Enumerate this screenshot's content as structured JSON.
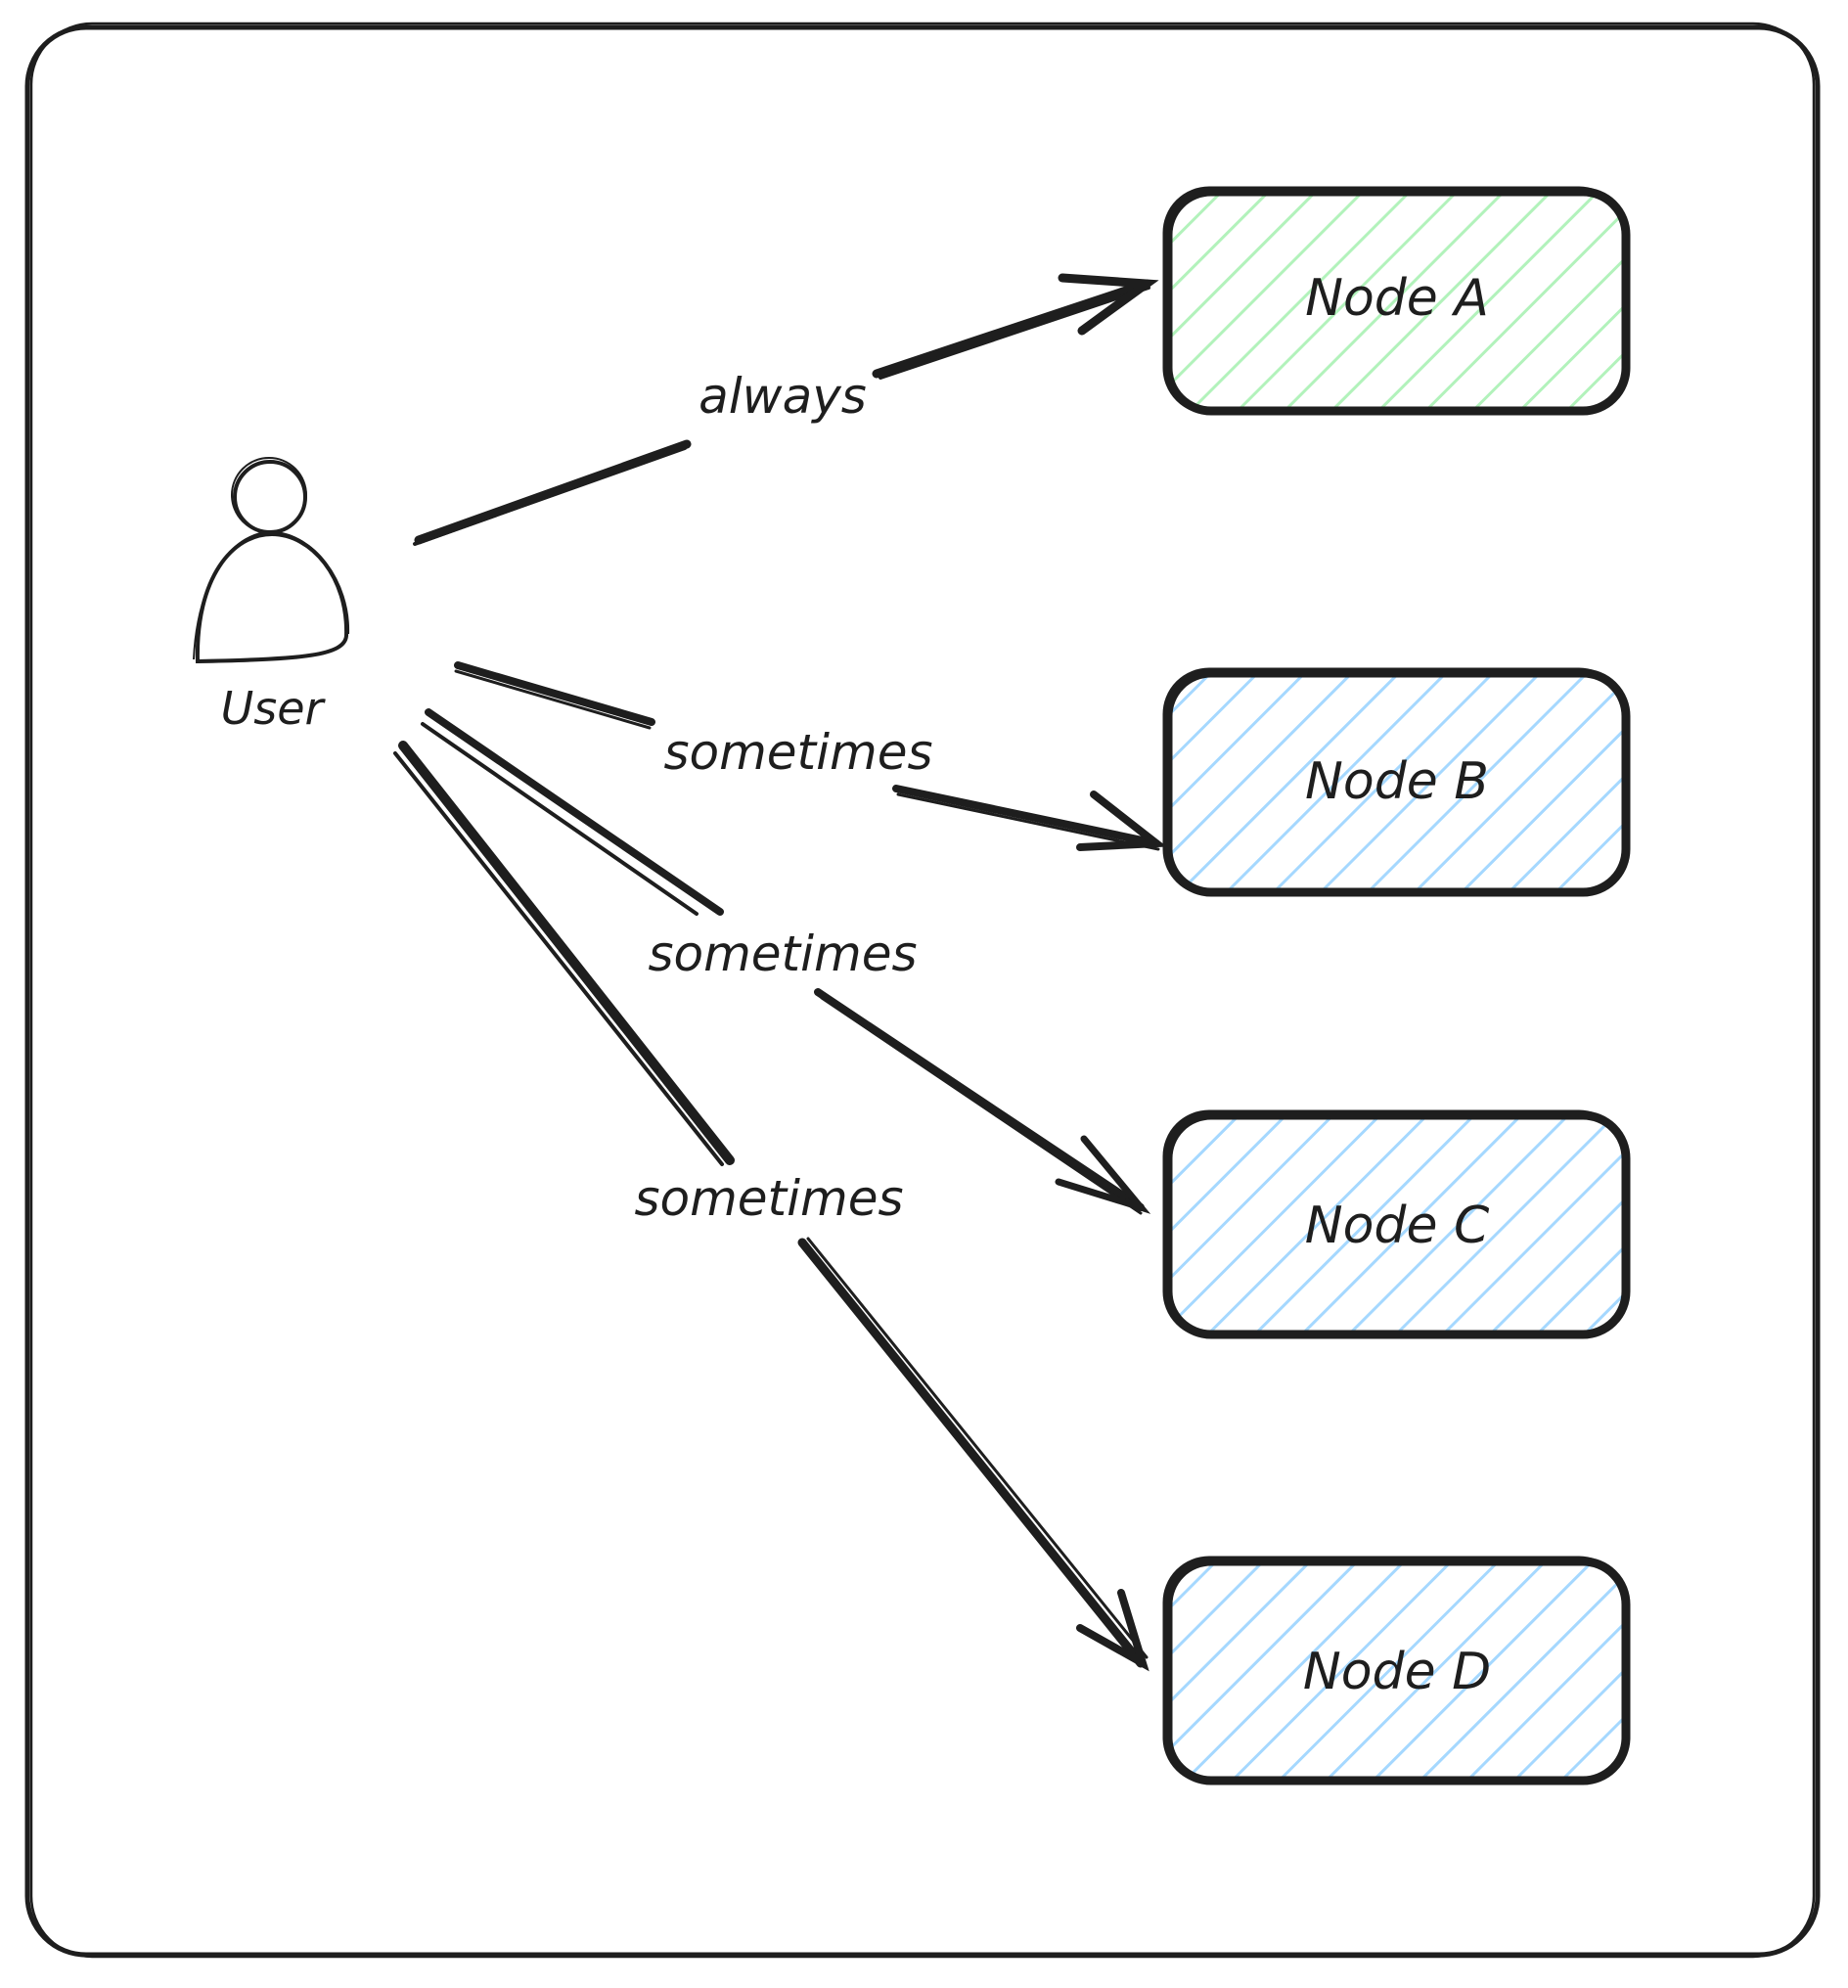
{
  "actor": {
    "label": "User",
    "icon": "person-icon"
  },
  "nodes": [
    {
      "id": "A",
      "label": "Node A",
      "fill_color": "#b2f2bb"
    },
    {
      "id": "B",
      "label": "Node B",
      "fill_color": "#a5d8ff"
    },
    {
      "id": "C",
      "label": "Node C",
      "fill_color": "#a5d8ff"
    },
    {
      "id": "D",
      "label": "Node D",
      "fill_color": "#a5d8ff"
    }
  ],
  "edges": [
    {
      "from": "User",
      "to": "A",
      "label": "always"
    },
    {
      "from": "User",
      "to": "B",
      "label": "sometimes"
    },
    {
      "from": "User",
      "to": "C",
      "label": "sometimes"
    },
    {
      "from": "User",
      "to": "D",
      "label": "sometimes"
    }
  ],
  "colors": {
    "stroke": "#1e1e1e",
    "background": "#ffffff"
  }
}
